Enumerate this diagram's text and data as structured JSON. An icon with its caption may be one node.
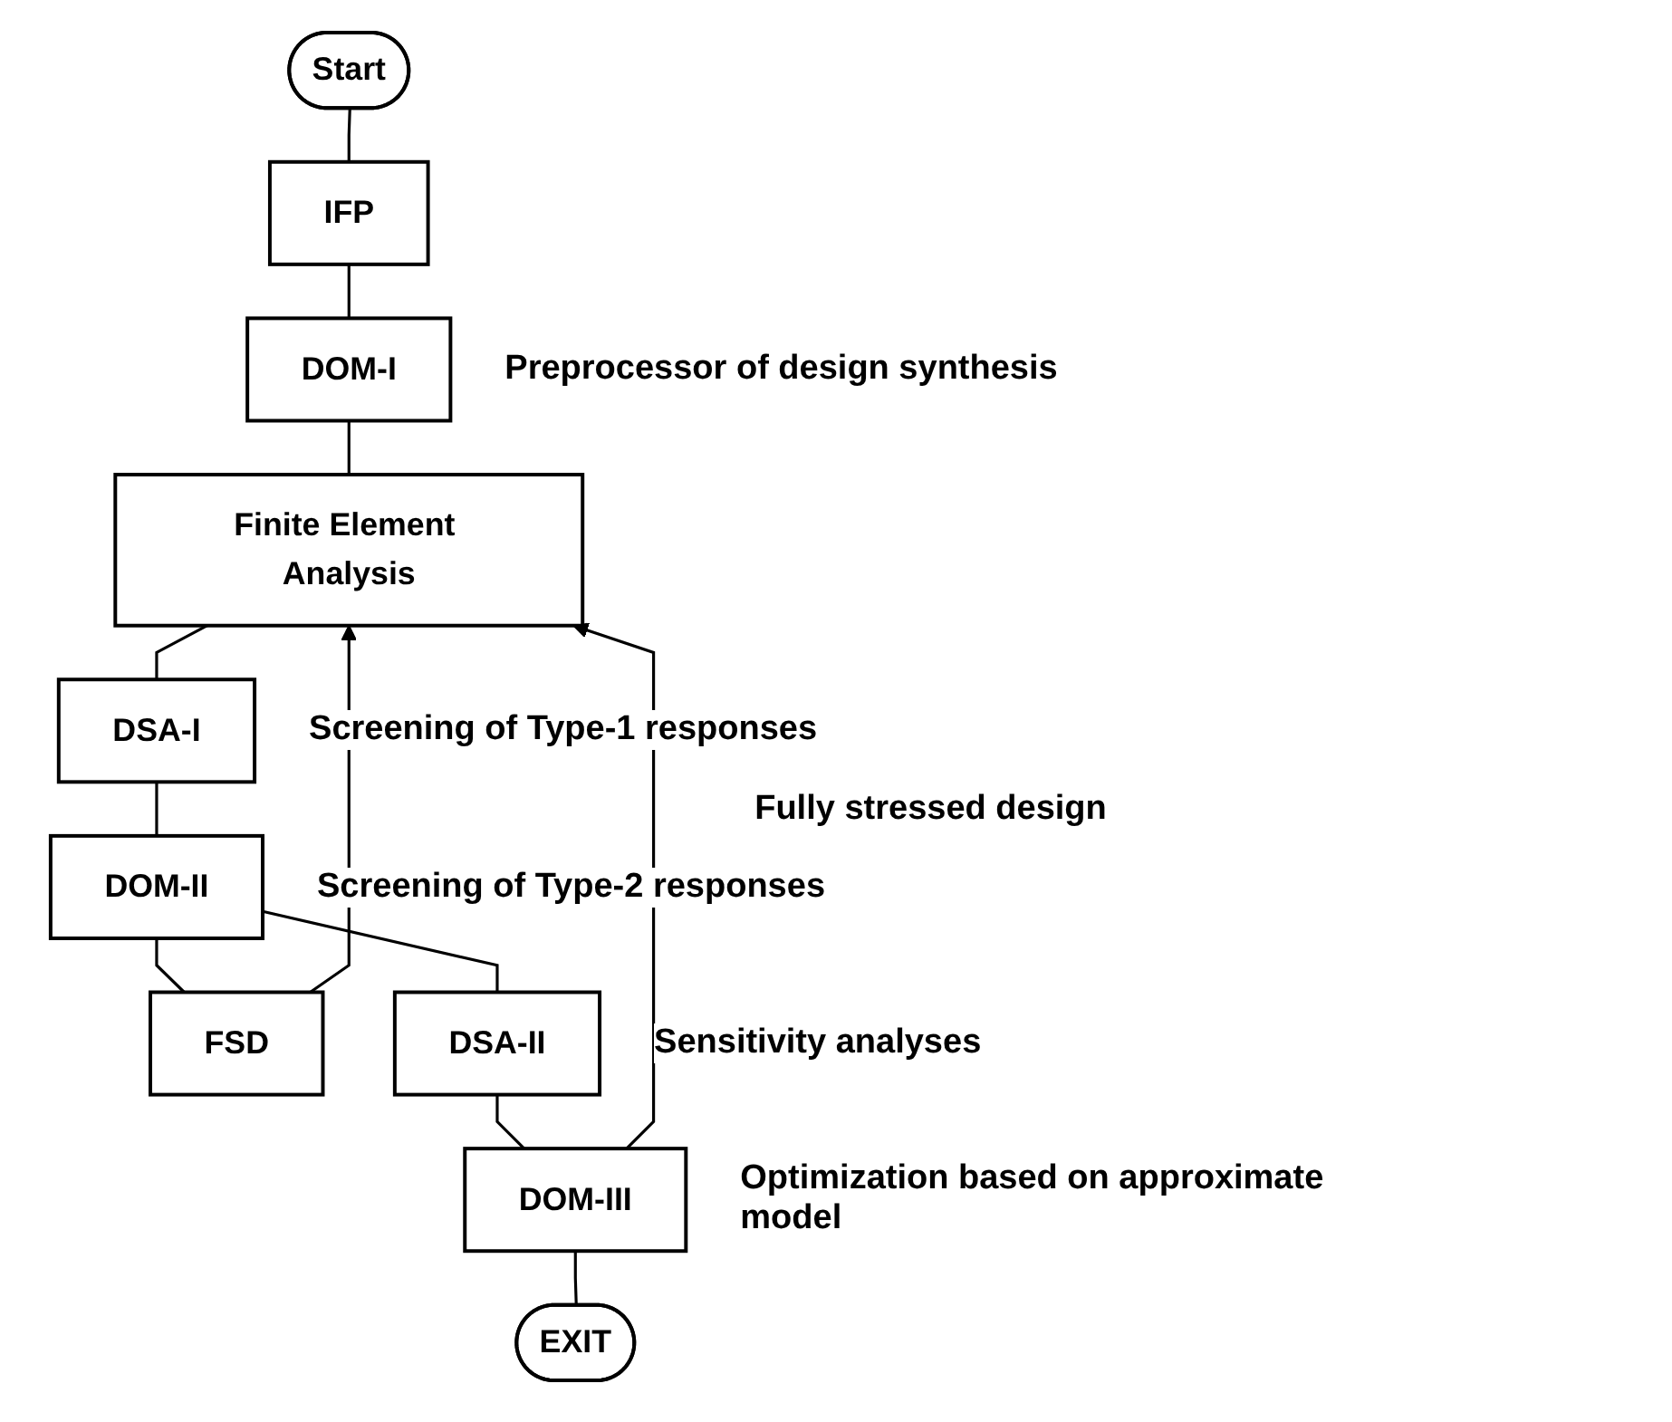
{
  "diagram": {
    "nodes": [
      {
        "text": [
          "Start"
        ]
      },
      {
        "text": [
          "IFP"
        ]
      },
      {
        "text": [
          "DOM-I"
        ],
        "beside": [
          "Preprocessor of design synthesis"
        ]
      },
      {
        "text": [
          "Finite Element Analysis"
        ]
      },
      {
        "text": [
          "DSA-I"
        ],
        "beside": [
          "Screening of Type-1 responses"
        ]
      },
      {
        "text": [
          "FSD"
        ]
      },
      {
        "text": [
          "DOM-II"
        ],
        "beside": [
          "Screening of Type-2 responses"
        ]
      },
      {
        "text": [
          "DSA-II"
        ],
        "beside": [
          "Sensitivity analyses"
        ]
      },
      {
        "text": [
          "DOM-III"
        ],
        "beside": [
          "Optimization based on approximate model"
        ]
      },
      {
        "text": [
          "EXIT"
        ]
      }
    ],
    "edges": [
      {
        "from": 0,
        "to": 1,
        "arrow": "none"
      },
      {
        "from": 1,
        "to": 2,
        "arrow": "none"
      },
      {
        "from": 2,
        "to": 3,
        "arrow": "none"
      },
      {
        "from": 3,
        "to": 4,
        "arrow": "none"
      },
      {
        "from": 4,
        "to": 6,
        "arrow": "none"
      },
      {
        "from": 6,
        "to": 5,
        "arrow": "none"
      },
      {
        "from": 5,
        "to": 3,
        "arrow": "to"
      },
      {
        "from": 6,
        "to": 7,
        "arrow": "none"
      },
      {
        "from": 7,
        "to": 8,
        "arrow": "none"
      },
      {
        "from": 8,
        "to": 3,
        "arrow": "to"
      },
      {
        "from": 8,
        "to": 9,
        "arrow": "none"
      }
    ],
    "labels": [
      "Fully stressed design"
    ]
  }
}
